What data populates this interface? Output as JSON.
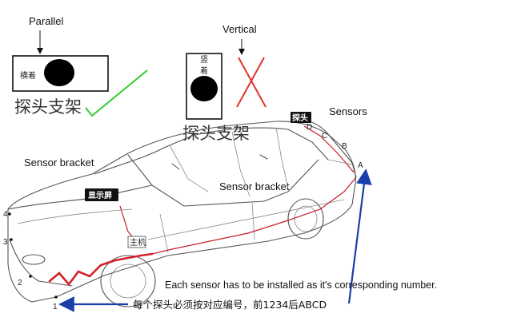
{
  "labels": {
    "parallel": "Parallel",
    "vertical": "Vertical",
    "sensors": "Sensors",
    "sensor_bracket_left": "Sensor bracket",
    "sensor_bracket_right": "Sensor bracket",
    "instruction_en": "Each sensor has to be installed as it's corresponding number.",
    "instruction_cn": "每个探头必须按对应编号，前1234后ABCD"
  },
  "bracket_diagrams": {
    "horizontal_box_label": "横着",
    "vertical_box_label_top": "竖",
    "vertical_box_label_bottom": "着",
    "caption_left": "探头支架",
    "caption_right": "探头支架"
  },
  "car_tags": {
    "display": "显示屏",
    "probe": "探头",
    "host": "主机"
  },
  "front_sensor_numbers": [
    "1",
    "2",
    "3",
    "4"
  ],
  "rear_sensor_letters": [
    "A",
    "B",
    "C",
    "D"
  ],
  "colors": {
    "correct_check": "#33cc33",
    "wrong_cross": "#e0342c",
    "wire": "#d4202a",
    "instruction_arrow": "#1a3fa8"
  }
}
